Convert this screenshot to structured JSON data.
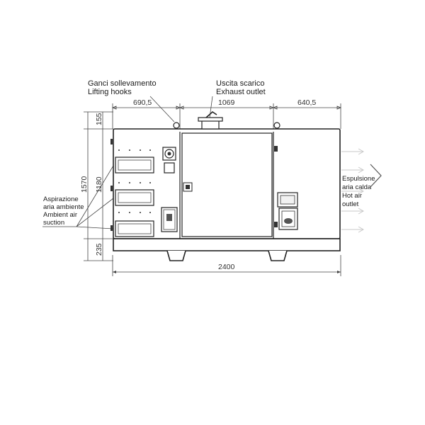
{
  "labels": {
    "lifting_it": "Ganci sollevamento",
    "lifting_en": "Lifting hooks",
    "exhaust_it": "Uscita scarico",
    "exhaust_en": "Exhaust outlet",
    "intake_line1": "Aspirazione",
    "intake_line2": "aria ambiente",
    "intake_line3": "Ambient air",
    "intake_line4": "suction",
    "hot_line1": "Espulsione",
    "hot_line2": "aria calda",
    "hot_line3": "Hot air",
    "hot_line4": "outlet"
  },
  "dimensions": {
    "top_left": "690,5",
    "top_middle": "1069",
    "top_right": "640,5",
    "height_top": "155",
    "height_total": "1570",
    "height_body": "1180",
    "height_base": "235",
    "width_total": "2400"
  }
}
